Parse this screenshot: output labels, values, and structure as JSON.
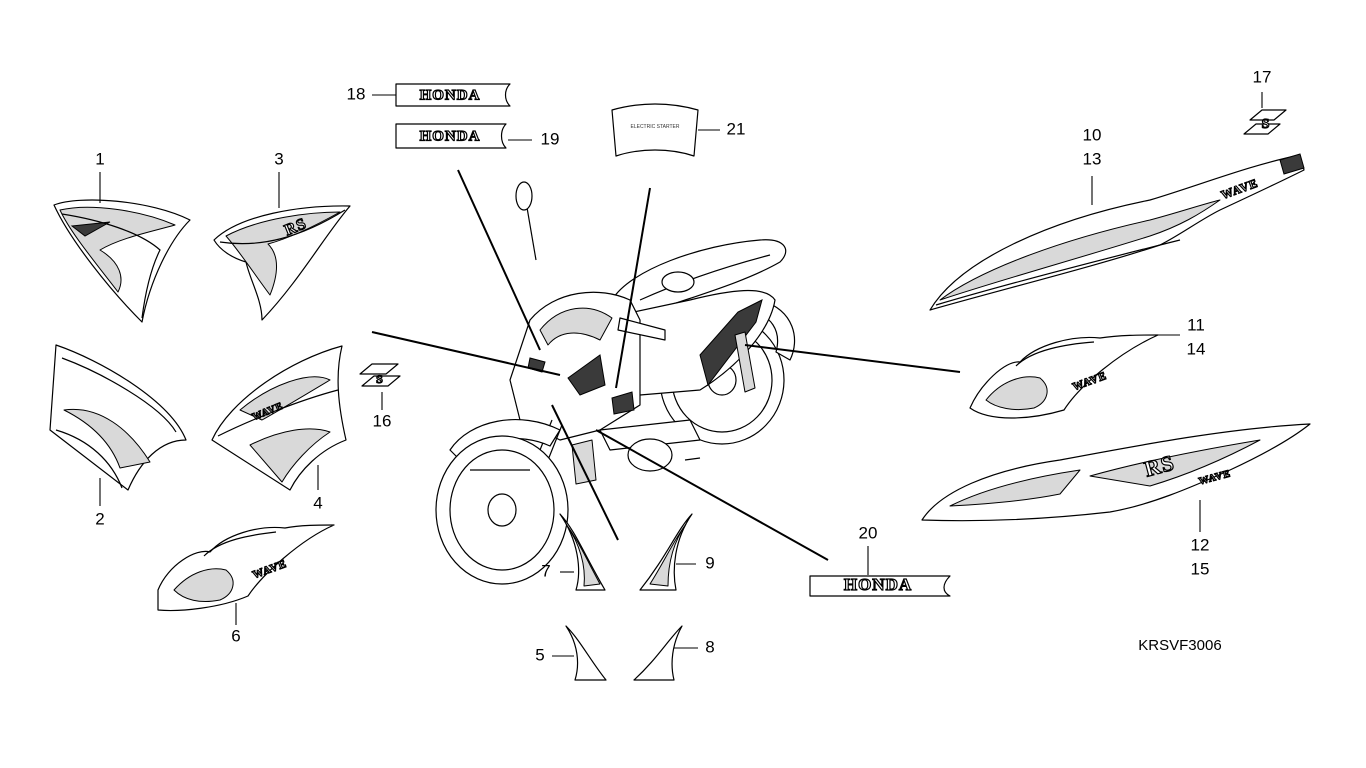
{
  "diagram": {
    "code": "KRSVF3006",
    "brand_text": "HONDA",
    "callouts": {
      "c1": "1",
      "c2": "2",
      "c3": "3",
      "c4": "4",
      "c5": "5",
      "c6": "6",
      "c7": "7",
      "c8": "8",
      "c9": "9",
      "c10": "10",
      "c11": "11",
      "c12": "12",
      "c13": "13",
      "c14": "14",
      "c15": "15",
      "c16": "16",
      "c17": "17",
      "c18": "18",
      "c19": "19",
      "c20": "20",
      "c21": "21"
    }
  }
}
